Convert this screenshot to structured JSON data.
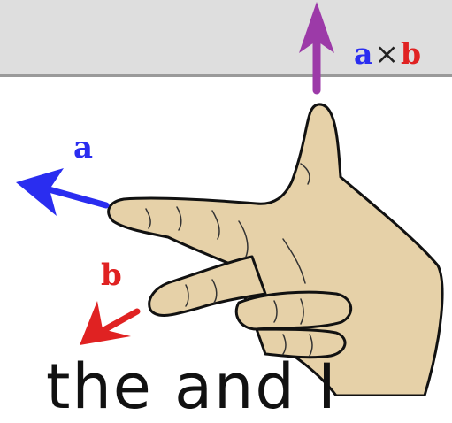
{
  "labels": {
    "a": "a",
    "b": "b",
    "cross_a": "a",
    "cross_times": "×",
    "cross_b": "b"
  },
  "caption_fragment": "the and I",
  "colors": {
    "vector_a": "#2a2df0",
    "vector_b": "#e02222",
    "vector_axb": "#9c3aa8",
    "skin": "#e6d1a8",
    "outline": "#111111",
    "band": "#dedede"
  },
  "icons": [
    "arrow-a-icon",
    "arrow-b-icon",
    "arrow-axb-icon",
    "right-hand-icon"
  ]
}
